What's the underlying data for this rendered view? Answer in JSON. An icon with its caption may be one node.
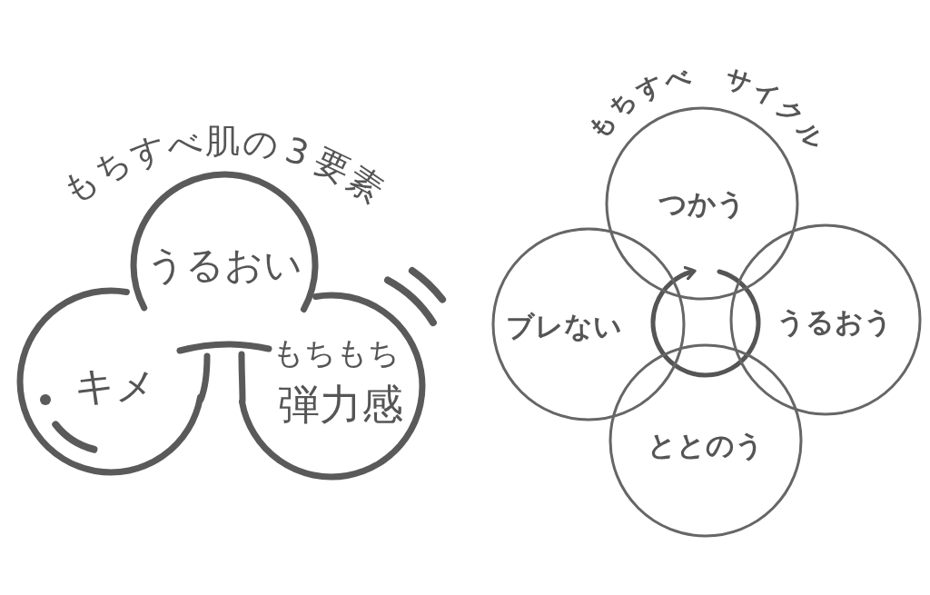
{
  "diagram": {
    "nodes": [
      {
        "text": [
          "うるおい"
        ]
      },
      {
        "text": [
          "キメ"
        ]
      },
      {
        "text": [
          "もちもち",
          "弾力感"
        ]
      },
      {
        "text": [
          "つかう"
        ]
      },
      {
        "text": [
          "ブレない"
        ]
      },
      {
        "text": [
          "うるおう"
        ]
      },
      {
        "text": [
          "ととのう"
        ]
      }
    ],
    "labels": [
      "もちすべ肌の3要素",
      "もちすべ サイクル"
    ]
  }
}
